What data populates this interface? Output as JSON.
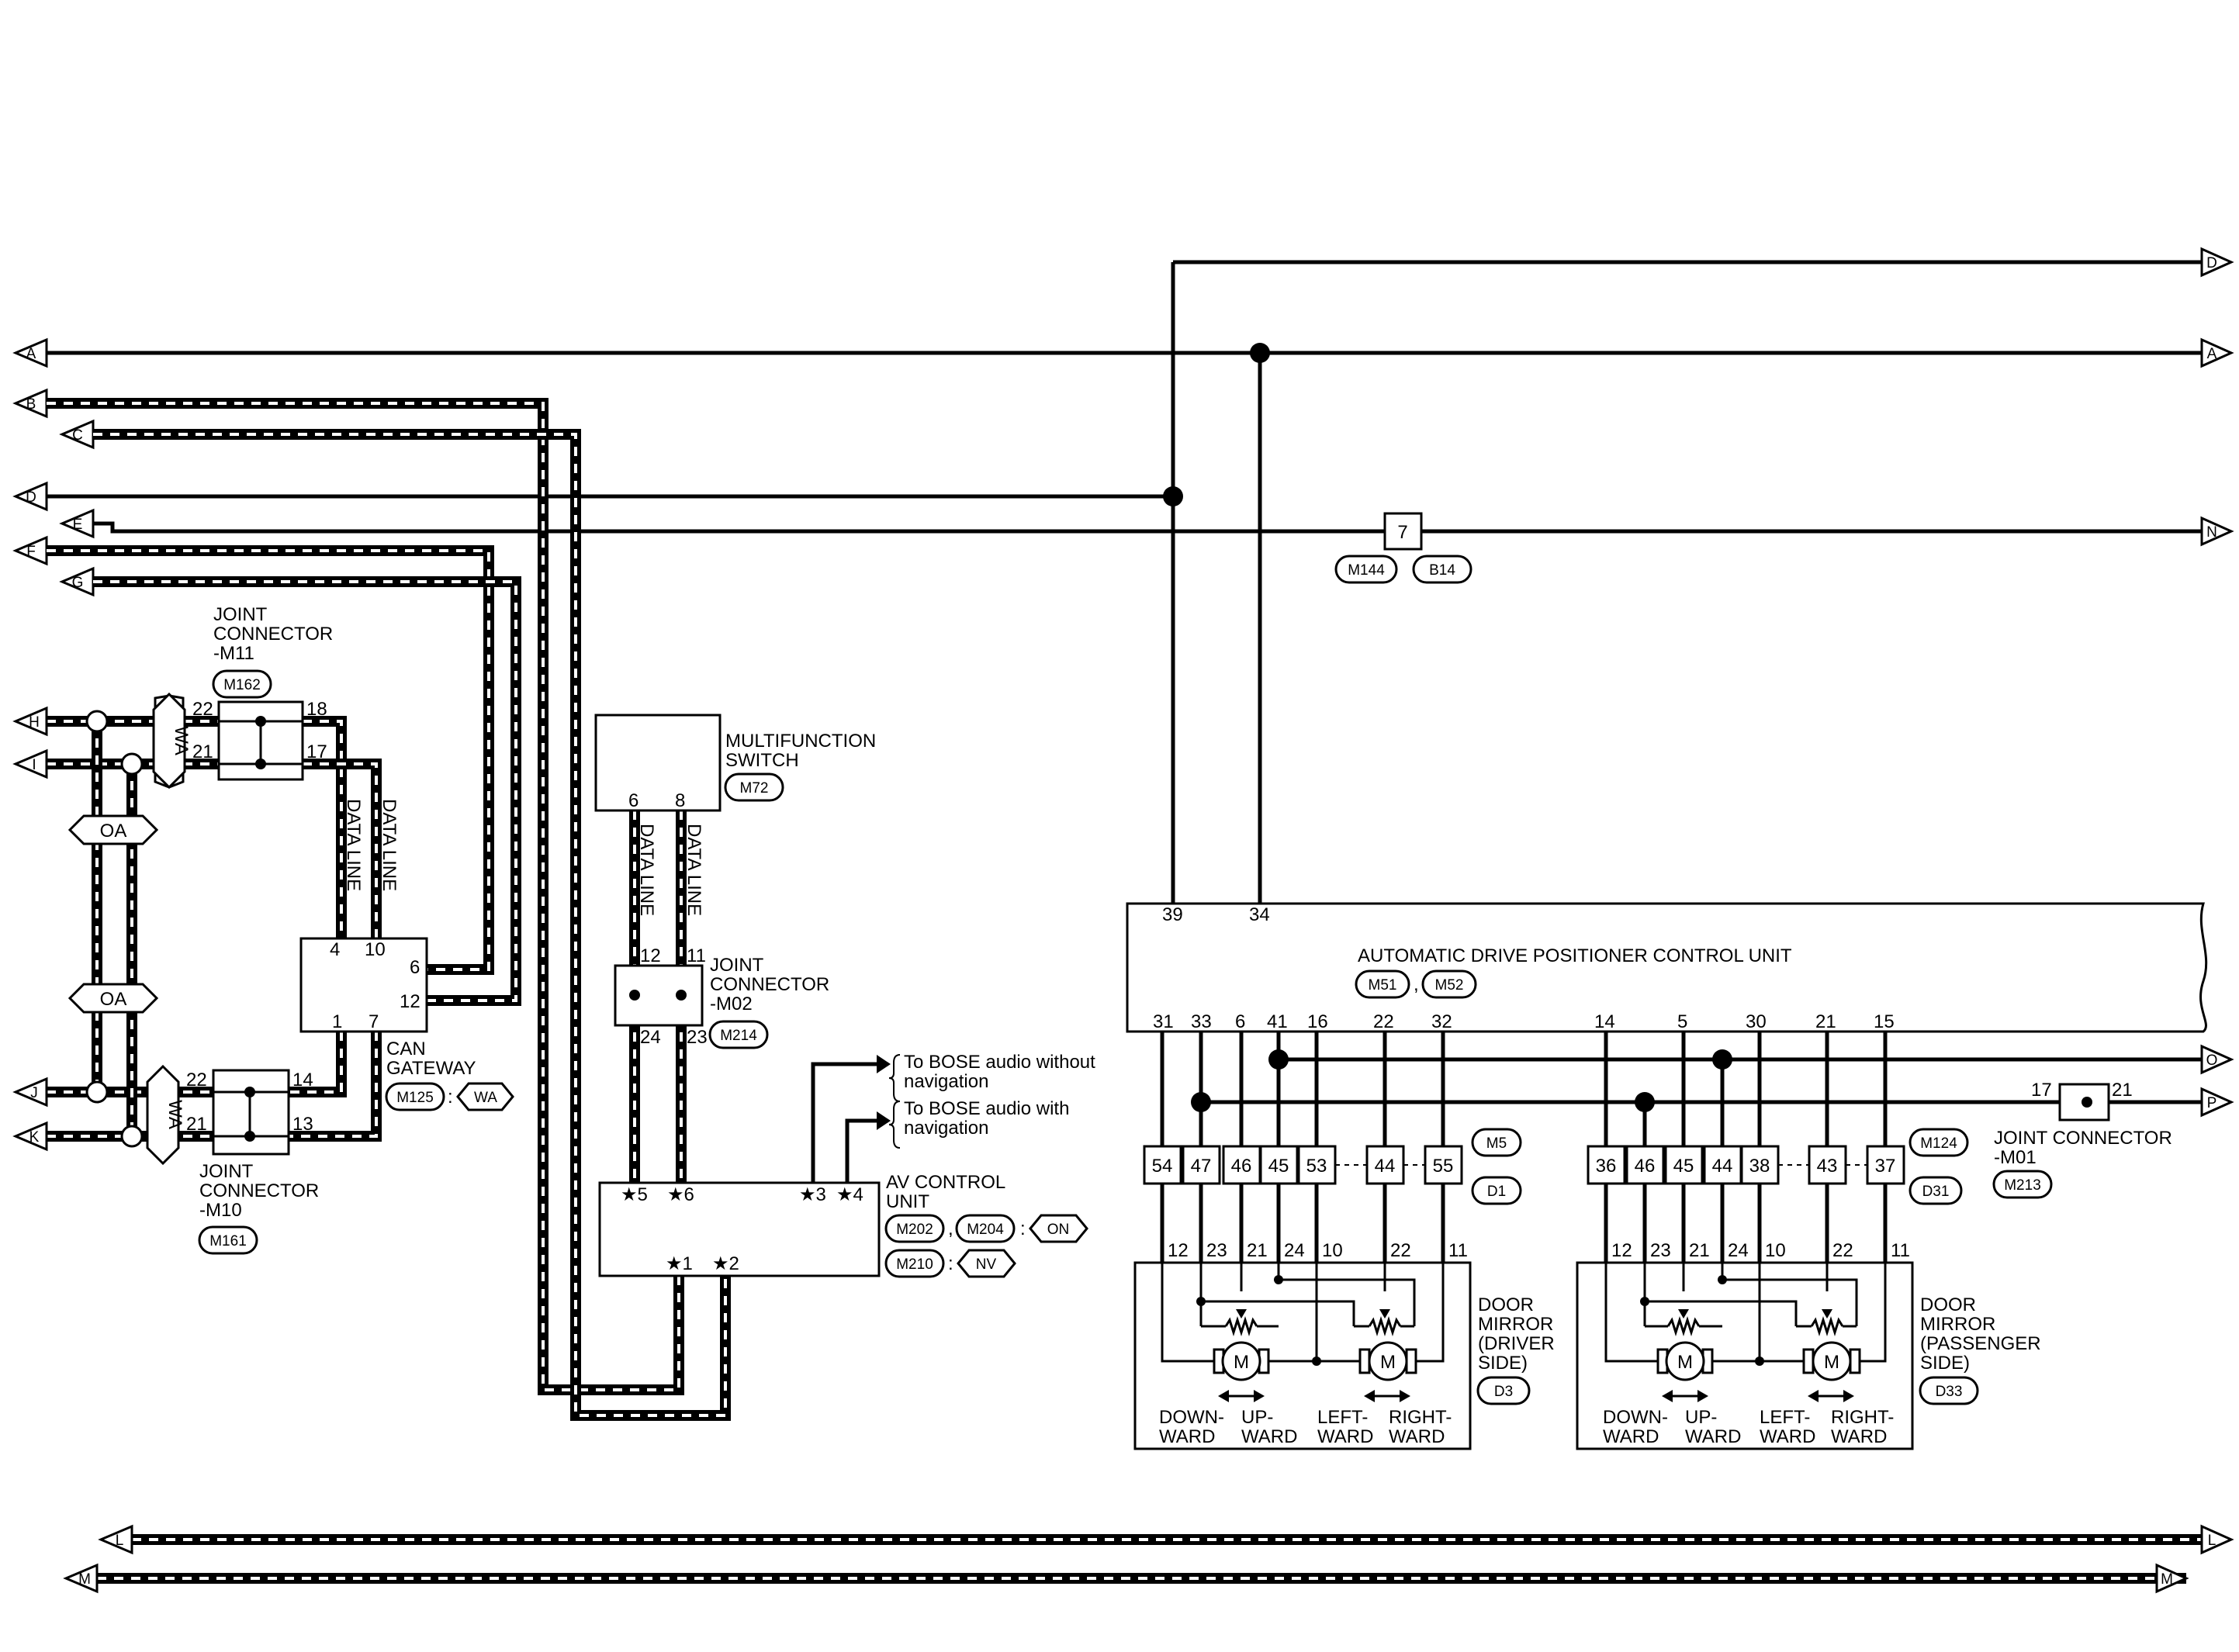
{
  "offpage": {
    "left": [
      "A",
      "B",
      "C",
      "D",
      "E",
      "F",
      "G"
    ],
    "right": [
      "D",
      "A",
      "N"
    ],
    "left_components": [
      "H",
      "I",
      "J",
      "K"
    ],
    "right_components": [
      "O",
      "P"
    ],
    "bottom": [
      "L",
      "M"
    ]
  },
  "components": {
    "jc_m11": {
      "lines": [
        "JOINT",
        "CONNECTOR",
        "-M11"
      ],
      "connector": "M162",
      "pins": [
        "22",
        "18",
        "21",
        "17"
      ]
    },
    "jc_m10": {
      "lines": [
        "JOINT",
        "CONNECTOR",
        "-M10"
      ],
      "connector": "M161",
      "pins": [
        "22",
        "14",
        "21",
        "13"
      ]
    },
    "can_gateway": {
      "lines": [
        "CAN",
        "GATEWAY"
      ],
      "connector": "M125",
      "option": "WA",
      "pins": [
        "4",
        "10",
        "6",
        "12",
        "1",
        "7"
      ]
    },
    "multifunction_switch": {
      "lines": [
        "MULTIFUNCTION",
        "SWITCH"
      ],
      "connector": "M72",
      "pins": [
        "6",
        "8"
      ]
    },
    "jc_m02": {
      "lines": [
        "JOINT",
        "CONNECTOR",
        "-M02"
      ],
      "connector": "M214",
      "pins": [
        "12",
        "11",
        "24",
        "23"
      ]
    },
    "av_control_unit": {
      "lines": [
        "AV CONTROL",
        "UNIT"
      ],
      "connectors": [
        "M202",
        "M204"
      ],
      "option1": "ON",
      "connector2": "M210",
      "option2": "NV",
      "pins": [
        "★5",
        "★6",
        "★3",
        "★4",
        "★1",
        "★2"
      ]
    },
    "bose_notes": [
      "To BOSE audio without",
      "navigation",
      "To BOSE audio with",
      "navigation"
    ],
    "adp": {
      "title": "AUTOMATIC DRIVE POSITIONER CONTROL UNIT",
      "connectors": [
        "M51",
        "M52"
      ],
      "pins_top": [
        "39",
        "34"
      ],
      "pins_bottom": [
        "31",
        "33",
        "6",
        "41",
        "16",
        "22",
        "32",
        "14",
        "5",
        "30",
        "21",
        "15"
      ]
    },
    "jc_m01": {
      "lines": [
        "JOINT CONNECTOR",
        "-M01"
      ],
      "connector": "M213",
      "pins": [
        "17",
        "21"
      ]
    },
    "junction_7": {
      "pin": "7",
      "connectors": [
        "M144",
        "B14"
      ]
    },
    "driver_harness": {
      "pins": [
        "54",
        "47",
        "46",
        "45",
        "53",
        "44",
        "55"
      ],
      "connectors": [
        "M5",
        "D1"
      ]
    },
    "pass_harness": {
      "pins": [
        "36",
        "46",
        "45",
        "44",
        "38",
        "43",
        "37"
      ],
      "connectors": [
        "M124",
        "D31"
      ]
    },
    "driver_mirror": {
      "lines": [
        "DOOR",
        "MIRROR",
        "(DRIVER",
        "SIDE)"
      ],
      "connector": "D3",
      "pins": [
        "12",
        "23",
        "21",
        "24",
        "10",
        "22",
        "11"
      ],
      "labels": [
        "DOWN-",
        "WARD",
        "UP-",
        "WARD",
        "LEFT-",
        "WARD",
        "RIGHT-",
        "WARD"
      ]
    },
    "pass_mirror": {
      "lines": [
        "DOOR",
        "MIRROR",
        "(PASSENGER",
        "SIDE)"
      ],
      "connector": "D33",
      "pins": [
        "12",
        "23",
        "21",
        "24",
        "10",
        "22",
        "11"
      ],
      "labels": [
        "DOWN-",
        "WARD",
        "UP-",
        "WARD",
        "LEFT-",
        "WARD",
        "RIGHT-",
        "WARD"
      ]
    },
    "motor_symbol": "M",
    "data_line": "DATA LINE",
    "option_oa": "OA",
    "option_wa": "WA"
  }
}
